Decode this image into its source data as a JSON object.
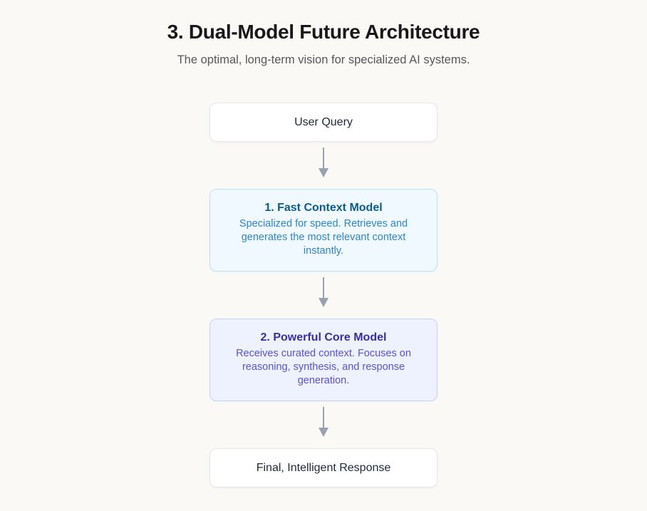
{
  "page": {
    "title": "3. Dual-Model Future Architecture",
    "subtitle": "The optimal, long-term vision for specialized AI systems."
  },
  "flow": {
    "nodes": [
      {
        "id": "user-query",
        "type": "simple",
        "label": "User Query"
      },
      {
        "id": "fast-context-model",
        "type": "detailed",
        "theme": "blue",
        "title": "1. Fast Context Model",
        "description": "Specialized for speed. Retrieves and generates the most relevant context instantly."
      },
      {
        "id": "powerful-core-model",
        "type": "detailed",
        "theme": "indigo",
        "title": "2. Powerful Core Model",
        "description": "Receives curated context. Focuses on reasoning, synthesis, and response generation."
      },
      {
        "id": "final-response",
        "type": "simple",
        "label": "Final, Intelligent Response"
      }
    ],
    "connector_icon": "arrow-down"
  },
  "colors": {
    "background": "#FAF9F6",
    "title_text": "#18181B",
    "subtitle_text": "#57575C",
    "card_background": "#FFFFFF",
    "card_border": "#E7E7EC",
    "card_text": "#1F2937",
    "blue_background": "#F0F9FF",
    "blue_border": "#BAE2F8",
    "blue_title": "#0B5C8C",
    "blue_text": "#2E86C7",
    "indigo_background": "#EEF1FE",
    "indigo_border": "#C7D0F8",
    "indigo_title": "#37309F",
    "indigo_text": "#5A52D6",
    "arrow": "#98A1AE"
  }
}
